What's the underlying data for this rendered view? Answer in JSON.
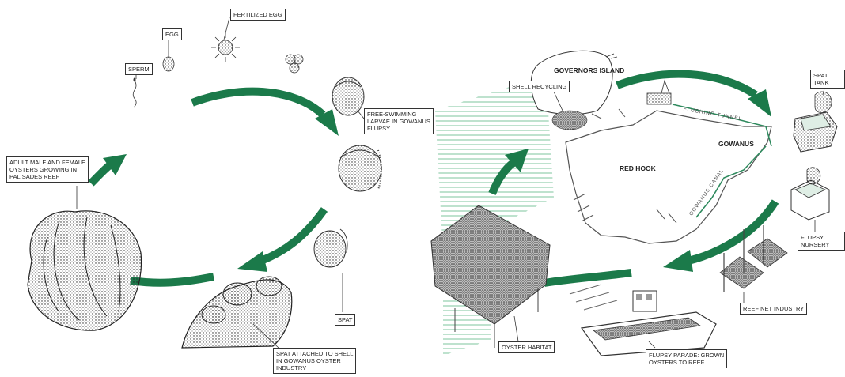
{
  "colors": {
    "arrow": "#1b7a4a",
    "line": "#2a2a2a",
    "green_line": "#2f8a5e"
  },
  "left_cycle": {
    "labels": {
      "fertilized_egg": "FERTILIZED EGG",
      "egg": "EGG",
      "sperm": "SPERM",
      "free_swimming": "FREE-SWIMMING\nLARVAE IN GOWANUS\nFLUPSY",
      "adult": "ADULT MALE AND FEMALE\nOYSTERS GROWING IN\nPALISADES REEF",
      "spat": "SPAT",
      "spat_attached": "SPAT ATTACHED TO SHELL\nIN GOWANUS OYSTER\nINDUSTRY"
    }
  },
  "right_map": {
    "labels": {
      "shell_recycling": "SHELL RECYCLING",
      "governors_island": "GOVERNORS\nISLAND",
      "red_hook": "RED HOOK",
      "gowanus": "GOWANUS",
      "flushing_tunnel": "FLUSHING TUNNEL",
      "gowanus_canal": "GOWANUS CANAL",
      "spat_tank": "SPAT TANK",
      "flupsy_nursery": "FLUPSY NURSERY",
      "reef_net_industry": "REEF NET INDUSTRY",
      "oyster_habitat": "OYSTER HABITAT",
      "flupsy_parade": "FLUPSY PARADE: GROWN\nOYSTERS TO REEF"
    }
  }
}
